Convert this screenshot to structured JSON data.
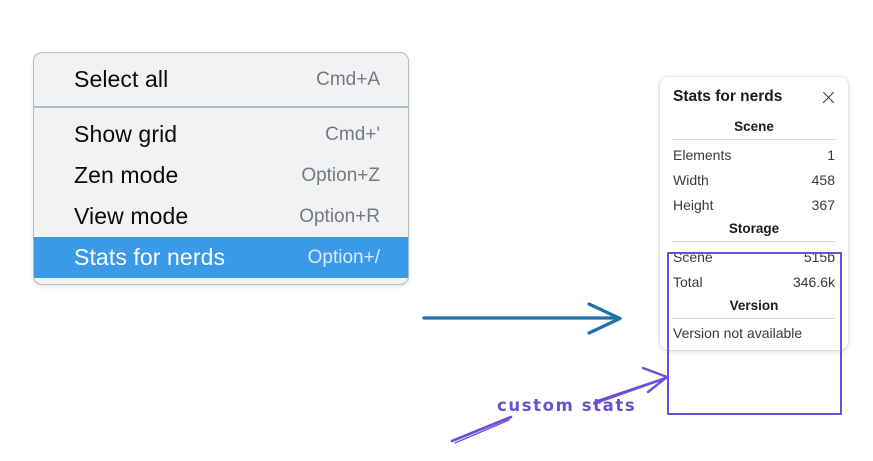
{
  "context_menu": {
    "groups": [
      {
        "items": [
          {
            "label": "Select all",
            "shortcut": "Cmd+A",
            "selected": false
          }
        ]
      },
      {
        "items": [
          {
            "label": "Show grid",
            "shortcut": "Cmd+'",
            "selected": false
          },
          {
            "label": "Zen mode",
            "shortcut": "Option+Z",
            "selected": false
          },
          {
            "label": "View mode",
            "shortcut": "Option+R",
            "selected": false
          },
          {
            "label": "Stats for nerds",
            "shortcut": "Option+/",
            "selected": true
          }
        ]
      }
    ],
    "highlight_color": "#3b9ae8"
  },
  "stats_panel": {
    "title": "Stats for nerds",
    "close_icon": "close-icon",
    "sections": [
      {
        "title": "Scene",
        "rows": [
          {
            "label": "Elements",
            "value": "1"
          },
          {
            "label": "Width",
            "value": "458"
          },
          {
            "label": "Height",
            "value": "367"
          }
        ]
      },
      {
        "title": "Storage",
        "rows": [
          {
            "label": "Scene",
            "value": "515b"
          },
          {
            "label": "Total",
            "value": "346.6k"
          }
        ]
      },
      {
        "title": "Version",
        "note": "Version not available"
      }
    ]
  },
  "annotations": {
    "label": "custom stats",
    "label_color": "#6b4fd8",
    "arrow_color": "#1f6fa8",
    "highlight_box_color": "#6b4fd8"
  }
}
